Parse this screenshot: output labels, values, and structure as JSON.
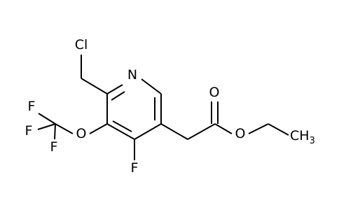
{
  "molecule": {
    "atoms": {
      "cl": "Cl",
      "n": "N",
      "o_ether_ocf3": "O",
      "f_ring": "F",
      "f1": "F",
      "f2": "F",
      "f3": "F",
      "o_carbonyl": "O",
      "o_ester": "O",
      "methyl": "CH",
      "methyl_sub": "3"
    }
  }
}
